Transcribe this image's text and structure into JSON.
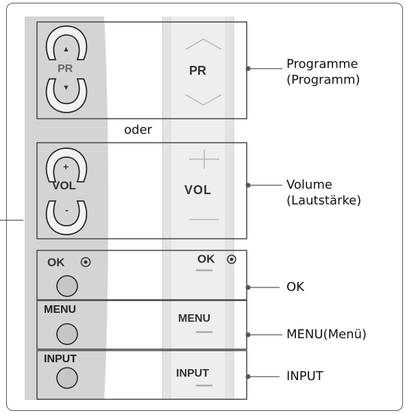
{
  "left_panel": {
    "pr_label": "PR",
    "vol_label": "VOL",
    "vol_plus": "+",
    "vol_minus": "-",
    "ok_label": "OK",
    "menu_label": "MENU",
    "input_label": "INPUT",
    "up_arrow": "▲",
    "down_arrow": "▼"
  },
  "separator_text": "oder",
  "right_panel": {
    "pr_label": "PR",
    "vol_label": "VOL",
    "ok_label": "OK",
    "menu_label": "MENU",
    "input_label": "INPUT"
  },
  "callouts": {
    "programme_line1": "Programme",
    "programme_line2": "(Programm)",
    "volume_line1": "Volume",
    "volume_line2": "(Lautstärke)",
    "ok": "OK",
    "menu": "MENU(Menü)",
    "input": "INPUT"
  },
  "colors": {
    "panel_gray": "#d4d4d4",
    "column_light": "#e3e3e3",
    "column_highlight": "#eeeeee",
    "button_fill": "#c6c6c6",
    "line": "#555555"
  }
}
